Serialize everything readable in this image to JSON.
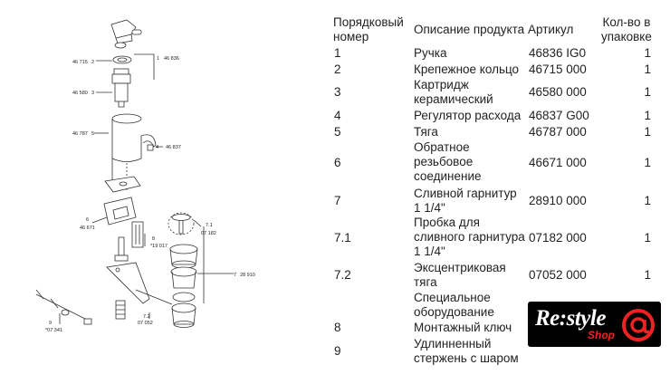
{
  "diagram": {
    "labels": {
      "p46836": "46 836",
      "p46715": "46 715",
      "n2": "2",
      "n1": "1",
      "p46580": "46 580",
      "n3": "3",
      "p46787": "46 787",
      "n5": "5",
      "n4": "4",
      "p46837": "46 837",
      "n6": "6",
      "p46671": "46 671",
      "n71": "7.1",
      "p07182": "07 182",
      "n8": "8",
      "p19017": "*19 017",
      "n7": "7",
      "p28910": "28 910",
      "n72": "7.2",
      "p07052": "07 052",
      "n9": "9",
      "p07341": "*07 341"
    }
  },
  "table": {
    "headers": {
      "num": "Порядковый\nномер",
      "desc": "Описание продукта",
      "article": "Артикул",
      "qty": "Кол-во в\nупаковке"
    },
    "rows": [
      {
        "num": "1",
        "desc": "Ручка",
        "article": "46836 IG0",
        "qty": "1"
      },
      {
        "num": "2",
        "desc": "Крепежное кольцо",
        "article": "46715 000",
        "qty": "1"
      },
      {
        "num": "3",
        "desc": "Картридж\nкерамический",
        "article": "46580 000",
        "qty": "1"
      },
      {
        "num": "4",
        "desc": "Регулятор расхода",
        "article": "46837 G00",
        "qty": "1"
      },
      {
        "num": "5",
        "desc": "Тяга",
        "article": "46787 000",
        "qty": "1"
      },
      {
        "num": "6",
        "desc": "Обратное\nрезьбовое\nсоединение",
        "article": "46671 000",
        "qty": "1"
      },
      {
        "num": "7",
        "desc": "Сливной гарнитур\n1 1/4\"",
        "article": "28910 000",
        "qty": "1"
      },
      {
        "num": "7.1",
        "desc": "Пробка для\nсливного гарнитура\n1 1/4\"",
        "article": "07182 000",
        "qty": "1"
      },
      {
        "num": "7.2",
        "desc": "Эксцентриковая\nтяга",
        "article": "07052 000",
        "qty": "1"
      },
      {
        "num": "",
        "desc": "Специальное\nоборудование",
        "article": "",
        "qty": ""
      },
      {
        "num": "8",
        "desc": "Монтажный ключ",
        "article": "",
        "qty": ""
      },
      {
        "num": "9",
        "desc": "Удлинненный\nстержень с шаром",
        "article": "",
        "qty": ""
      }
    ]
  },
  "logo": {
    "main": "Re:style",
    "sub": "Shop"
  }
}
